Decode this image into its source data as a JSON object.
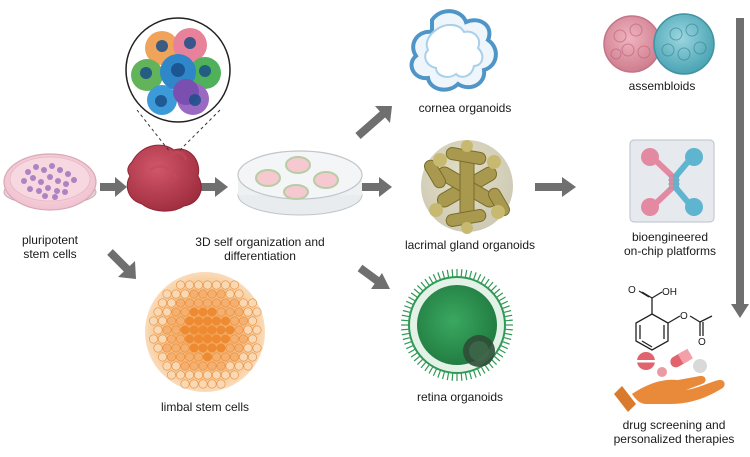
{
  "labels": {
    "pluripotent_line1": "pluripotent",
    "pluripotent_line2": "stem cells",
    "self_org_line1": "3D self organization and",
    "self_org_line2": "differentiation",
    "limbal": "limbal stem cells",
    "cornea": "cornea organoids",
    "lacrimal": "lacrimal gland organoids",
    "retina": "retina organoids",
    "assembloids": "assembloids",
    "bioeng_line1": "bioengineered",
    "bioeng_line2": "on-chip platforms",
    "drug_line1": "drug screening and",
    "drug_line2": "personalized therapies",
    "oh_label": "OH",
    "o_label": "O"
  },
  "colors": {
    "arrow": "#6f6f6f",
    "dish_pink": "#f4c9d6",
    "stem_cell": "#a57bbf",
    "aggregate": "#b5394a",
    "cornea": "#5b9fcf",
    "lacrimal": "#8b7d3a",
    "retina_green": "#2f9a55",
    "assembloid_pink": "#d98a9a",
    "assembloid_teal": "#5fb4c4",
    "limbal": "#f2a04a",
    "hand": "#e88a3a"
  }
}
